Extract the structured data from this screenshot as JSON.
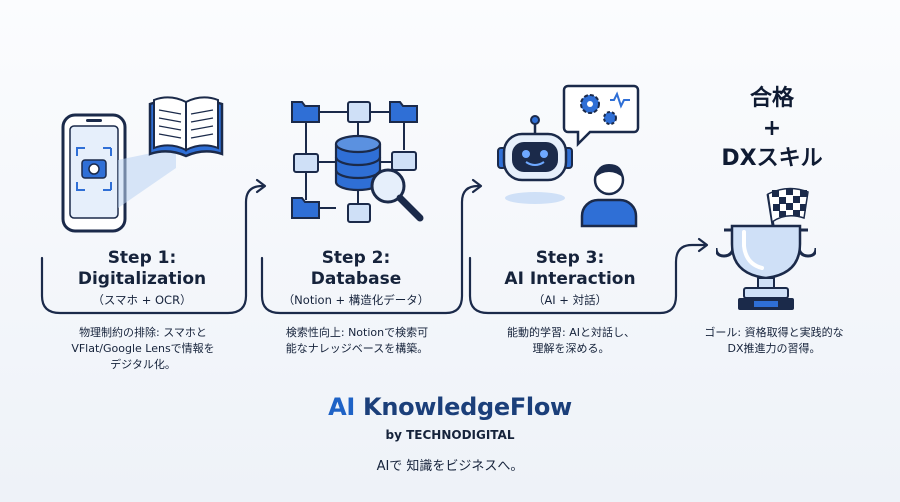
{
  "steps": [
    {
      "title": "Step 1:\nDigitalization",
      "sub": "（スマホ + OCR）",
      "desc": "物理制約の排除: スマホと\nVFlat/Google Lensで情報を\nデジタル化。"
    },
    {
      "title": "Step 2:\nDatabase",
      "sub": "（Notion + 構造化データ）",
      "desc": "検索性向上: Notionで検索可\n能なナレッジベースを構築。"
    },
    {
      "title": "Step 3:\nAI Interaction",
      "sub": "（AI + 対話）",
      "desc": "能動的学習: AIと対話し、\n理解を深める。"
    }
  ],
  "goal": {
    "title": "合格\n+\nDXスキル",
    "desc": "ゴール: 資格取得と実践的な\nDX推進力の習得。"
  },
  "brand": {
    "ai": "AI",
    "rest": " KnowledgeFlow",
    "by": "by TECHNODIGITAL",
    "tagline": "AIで 知識をビジネスへ。"
  },
  "colors": {
    "navy": "#1b2a4a",
    "blue": "#2f6fd6",
    "light_blue": "#cfe0f7",
    "dark": "#16233b"
  }
}
